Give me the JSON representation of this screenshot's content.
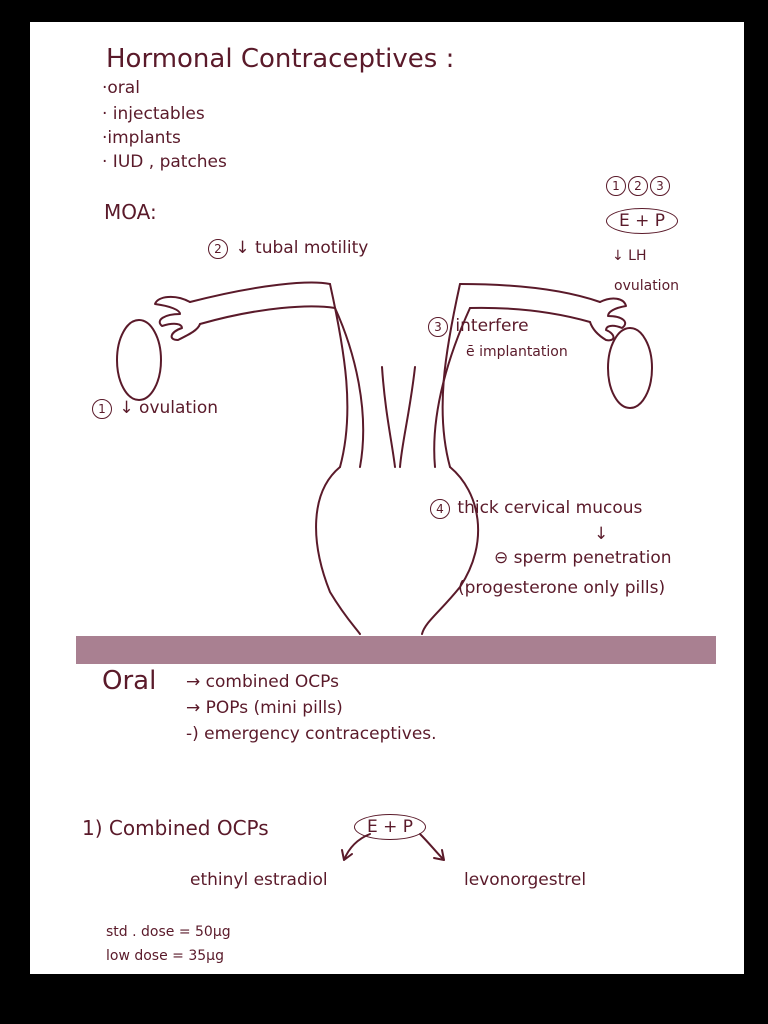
{
  "title": "Hormonal Contraceptives :",
  "types": [
    "·oral",
    "· injectables",
    "·implants",
    "· IUD , patches"
  ],
  "moa_label": "MOA:",
  "moa_items": [
    {
      "num": "2",
      "text": "↓ tubal motility"
    },
    {
      "num": "3",
      "text": "interfere"
    },
    {
      "num": "1",
      "text": "↓ ovulation"
    },
    {
      "num": "4",
      "text": "thick cervical mucous"
    }
  ],
  "implantation_text": "ē implantation",
  "sperm_text": "⊖ sperm penetration",
  "progesterone_text": "(progesterone only pills)",
  "side_note": {
    "nums": [
      "1",
      "2",
      "3"
    ],
    "box": "E + P",
    "lh": "↓ LH",
    "ovulation": "ovulation"
  },
  "oral_section": {
    "label": "Oral",
    "items": [
      "→ combined OCPs",
      "→ POPs (mini pills)",
      "-) emergency contraceptives."
    ]
  },
  "combined_section": {
    "label": "1) Combined OCPs",
    "box": "E + P",
    "left_component": "ethinyl estradiol",
    "right_component": "levonorgestrel",
    "doses": [
      "std . dose = 50μg",
      "low dose = 35μg"
    ]
  },
  "colors": {
    "ink": "#5a1a2a",
    "divider": "#a98091",
    "frame": "#000000"
  }
}
